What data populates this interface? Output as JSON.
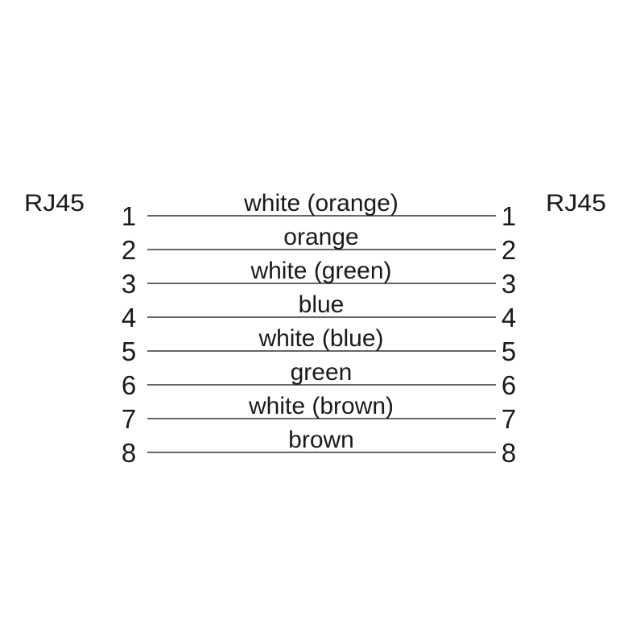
{
  "left_connector": "RJ45",
  "right_connector": "RJ45",
  "wires": [
    {
      "pin_left": "1",
      "pin_right": "1",
      "color": "white (orange)"
    },
    {
      "pin_left": "2",
      "pin_right": "2",
      "color": "orange"
    },
    {
      "pin_left": "3",
      "pin_right": "3",
      "color": "white (green)"
    },
    {
      "pin_left": "4",
      "pin_right": "4",
      "color": "blue"
    },
    {
      "pin_left": "5",
      "pin_right": "5",
      "color": "white (blue)"
    },
    {
      "pin_left": "6",
      "pin_right": "6",
      "color": "green"
    },
    {
      "pin_left": "7",
      "pin_right": "7",
      "color": "white (brown)"
    },
    {
      "pin_left": "8",
      "pin_right": "8",
      "color": "brown"
    }
  ]
}
